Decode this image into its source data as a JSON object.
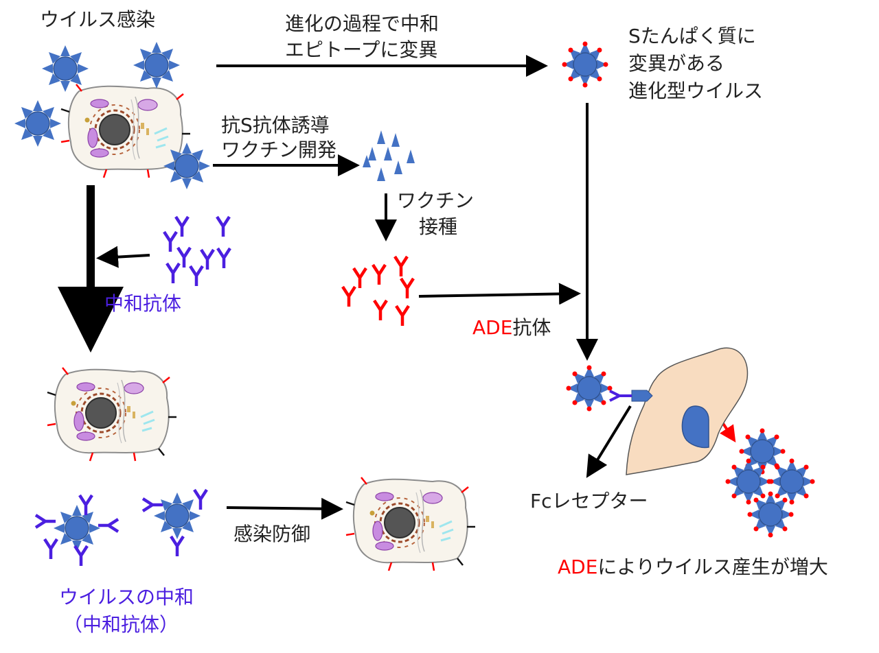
{
  "labels": {
    "infection": "ウイルス感染",
    "evolution_line1": "進化の過程で中和",
    "evolution_line2": "エピトープに変異",
    "variant_line1": "Sたんぱく質に",
    "variant_line2": "変異がある",
    "variant_line3": "進化型ウイルス",
    "vaccine_dev_line1": "抗S抗体誘導",
    "vaccine_dev_line2": "ワクチン開発",
    "vaccination_line1": "ワクチン",
    "vaccination_line2": "接種",
    "neutralizing_antibody": "中和抗体",
    "ade_antibody_prefix": "ADE",
    "ade_antibody_suffix": "抗体",
    "fc_receptor": "Fcレセプター",
    "infection_protection": "感染防御",
    "neutralization_line1": "ウイルスの中和",
    "neutralization_line2": "（中和抗体）",
    "ade_result_prefix": "ADE",
    "ade_result_suffix": "によりウイルス産生が増大"
  },
  "colors": {
    "virus": "#4472c4",
    "virus_stroke": "#2f528f",
    "spike_mutation": "#ff0000",
    "neutralizing": "#4b1fe0",
    "ade": "#ff0000",
    "cell_fill": "#f8f4ec",
    "macrophage": "#f8dcc0",
    "text": "#222222"
  }
}
